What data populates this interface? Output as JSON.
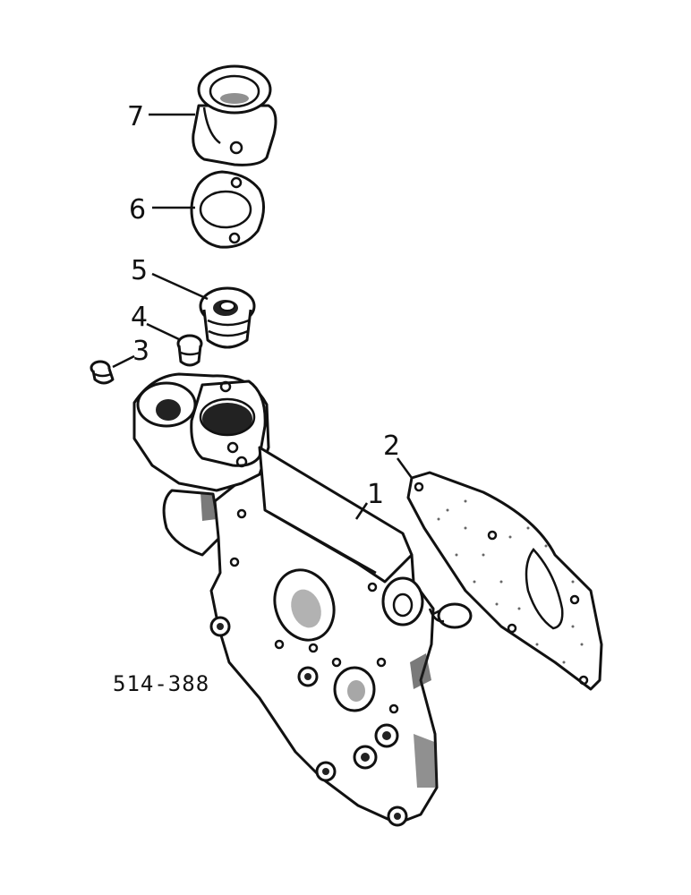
{
  "figure_code": "514-388",
  "callouts": [
    {
      "id": "1",
      "label": "1"
    },
    {
      "id": "2",
      "label": "2"
    },
    {
      "id": "3",
      "label": "3"
    },
    {
      "id": "4",
      "label": "4"
    },
    {
      "id": "5",
      "label": "5"
    },
    {
      "id": "6",
      "label": "6"
    },
    {
      "id": "7",
      "label": "7"
    }
  ]
}
